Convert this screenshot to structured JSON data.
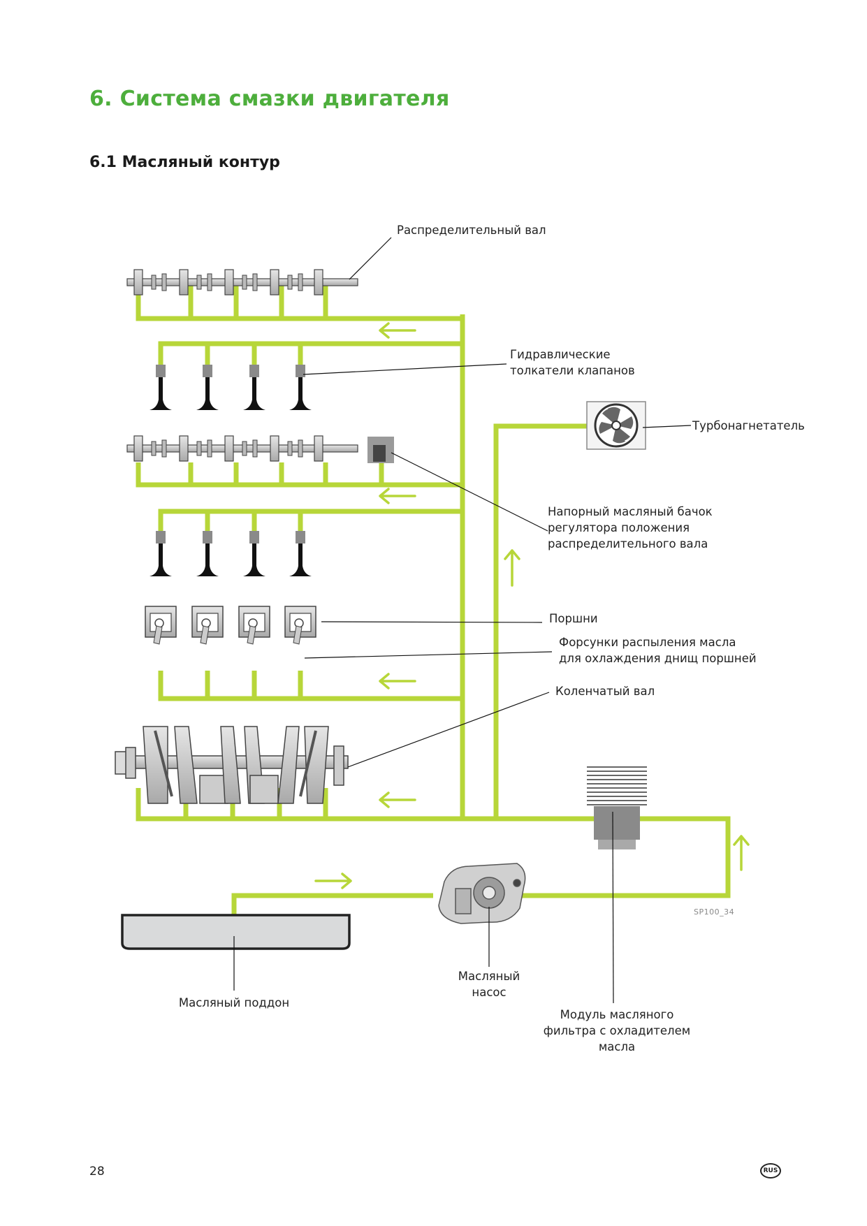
{
  "heading": "6. Система смазки двигателя",
  "subheading": "6.1  Масляный контур",
  "figure_code": "SP100_34",
  "page_number": "28",
  "language_badge": "RUS",
  "colors": {
    "oil_line": "#b7d639",
    "heading": "#4dae3c",
    "part_gray": "#8a8a8a"
  },
  "labels": {
    "camshaft": "Распределительный вал",
    "hydraulic_lifters_1": "Гидравлические",
    "hydraulic_lifters_2": "толкатели клапанов",
    "turbo": "Турбонагнетатель",
    "pressure_tank_1": "Напорный масляный бачок",
    "pressure_tank_2": "регулятора положения",
    "pressure_tank_3": "распределительного вала",
    "pistons": "Поршни",
    "spray_jets_1": "Форсунки распыления масла",
    "spray_jets_2": "для охлаждения днищ поршней",
    "crankshaft": "Коленчатый вал",
    "oil_pan": "Масляный поддон",
    "oil_pump_1": "Масляный",
    "oil_pump_2": "насос",
    "filter_module_1": "Модуль масляного",
    "filter_module_2": "фильтра с охладителем",
    "filter_module_3": "масла"
  },
  "icons": [
    "camshaft-icon",
    "valve-lifter-icon",
    "turbocharger-icon",
    "pressure-tank-icon",
    "piston-icon",
    "spray-jet-icon",
    "crankshaft-icon",
    "oil-filter-module-icon",
    "oil-pump-icon",
    "oil-pan-icon",
    "flow-arrow-icon"
  ]
}
